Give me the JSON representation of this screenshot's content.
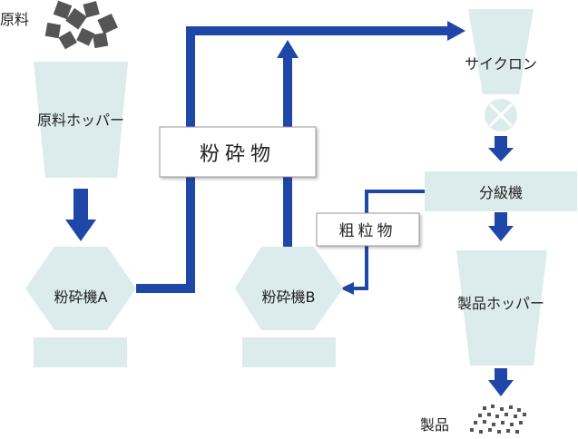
{
  "labels": {
    "raw_material": "原料",
    "raw_hopper": "原料ホッパー",
    "crusher_a": "粉砕機A",
    "crusher_b": "粉砕機B",
    "pulverized": "粉砕物",
    "coarse": "粗粒物",
    "cyclone": "サイクロン",
    "classifier": "分級機",
    "product_hopper": "製品ホッパー",
    "product": "製品"
  },
  "colors": {
    "flow": "#1f47a8",
    "equipment": "#dcecec",
    "valve_x": "#ffffff",
    "raw_material": "#555555",
    "product": "#555555",
    "label_box_border": "#999999"
  },
  "icons": {
    "raw_material": "raw-material-chunks-icon",
    "product": "product-particles-icon",
    "valve": "rotary-valve-icon"
  }
}
